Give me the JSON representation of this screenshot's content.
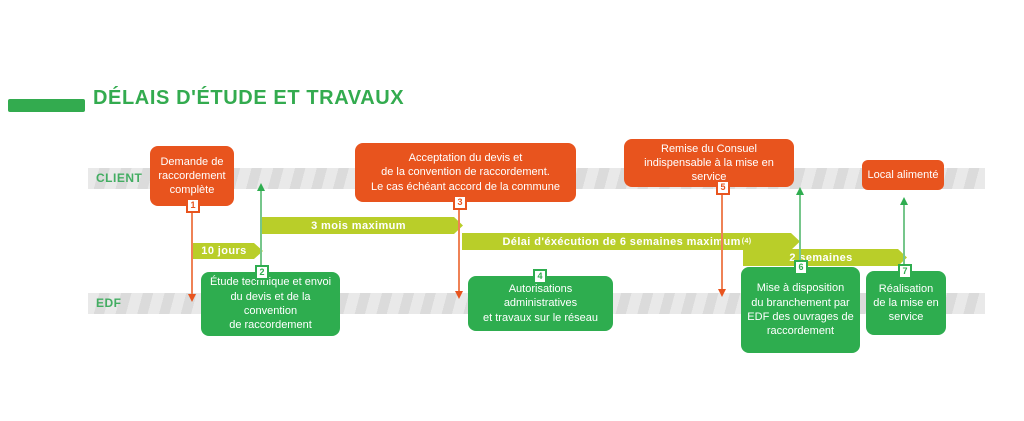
{
  "title": "DÉLAIS D'ÉTUDE ET TRAVAUX",
  "lanes": {
    "client_label": "CLIENT",
    "edf_label": "EDF"
  },
  "steps": {
    "s1": {
      "num": "1",
      "label": "Demande de\nraccordement\ncomplète"
    },
    "s2": {
      "num": "2",
      "label": "Étude technique et envoi\ndu devis et de la convention\nde raccordement"
    },
    "s3": {
      "num": "3",
      "label": "Acceptation du devis et\nde la convention de raccordement.\nLe cas échéant accord de la commune"
    },
    "s4": {
      "num": "4",
      "label": "Autorisations administratives\net travaux sur le réseau"
    },
    "s5": {
      "num": "5",
      "label": "Remise du Consuel\nindispensable à la mise en service"
    },
    "s6": {
      "num": "6",
      "label": "Mise à disposition\ndu branchement par\nEDF des ouvrages de\nraccordement"
    },
    "s7": {
      "num": "7",
      "label": "Réalisation\nde la mise en\nservice"
    },
    "final": {
      "label": "Local alimenté"
    }
  },
  "durations": {
    "d1": "10 jours",
    "d2": "3 mois maximum",
    "d3": "Délai d'éxécution de 6 semaines maximum",
    "d3_sup": "(4)",
    "d4": "2 semaines"
  },
  "colors": {
    "orange": "#E8541E",
    "green": "#2EAD4F",
    "chartreuse": "#B9CE29",
    "title_green": "#33AB4F",
    "lane_label_green": "#43AD62",
    "track_bg": "#E9E9E9",
    "track_stripe": "#DBDBDB",
    "arrow_orange_line": "#EF8256",
    "arrow_green_line": "#76C68B"
  }
}
